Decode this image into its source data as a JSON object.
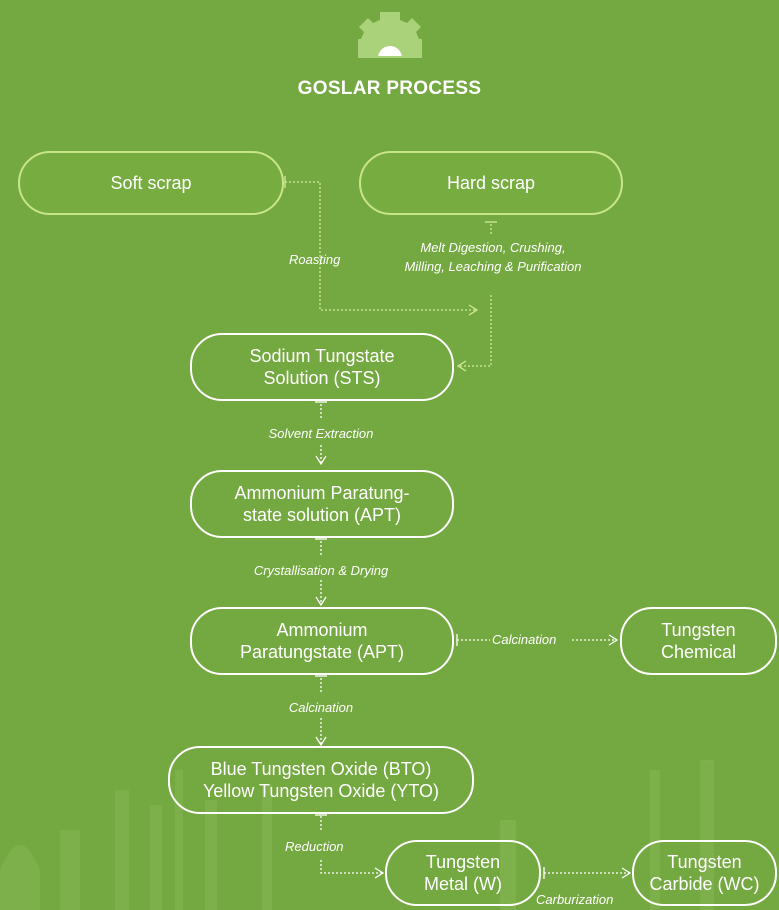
{
  "title": "GOSLAR PROCESS",
  "colors": {
    "background": "#74a840",
    "node_border": "#ffffff",
    "top_node_border": "#c9e58a",
    "text": "#ffffff"
  },
  "nodes": {
    "soft_scrap": "Soft scrap",
    "hard_scrap": "Hard scrap",
    "sts": [
      "Sodium Tungstate",
      "Solution (STS)"
    ],
    "apt_solution": [
      "Ammonium Paratung-",
      "state solution (APT)"
    ],
    "apt": [
      "Ammonium",
      "Paratungstate (APT)"
    ],
    "tungsten_chemical": [
      "Tungsten",
      "Chemical"
    ],
    "oxides": [
      "Blue Tungsten Oxide (BTO)",
      "Yellow Tungsten Oxide (YTO)"
    ],
    "tungsten_metal": [
      "Tungsten",
      "Metal (W)"
    ],
    "tungsten_carbide": [
      "Tungsten",
      "Carbide (WC)"
    ]
  },
  "steps": {
    "roasting": "Roasting",
    "melt_digestion": [
      "Melt Digestion, Crushing,",
      "Milling, Leaching & Purification"
    ],
    "solvent_extraction": "Solvent Extraction",
    "crystallisation": "Crystallisation & Drying",
    "calcination_right": "Calcination",
    "calcination_down": "Calcination",
    "reduction": "Reduction",
    "carburization": "Carburization"
  },
  "icons": {
    "header": "gear-icon",
    "background": "factory-silhouette"
  }
}
